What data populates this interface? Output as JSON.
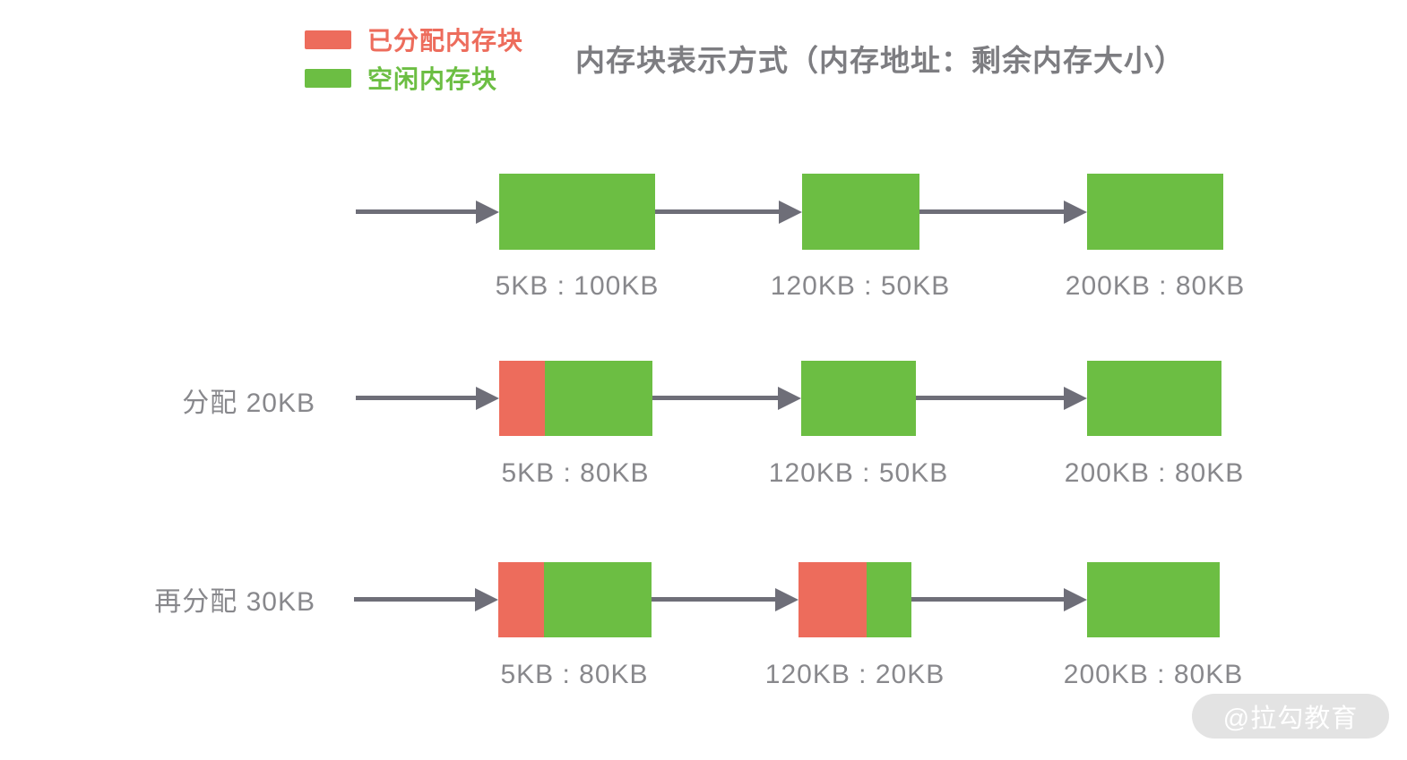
{
  "title": "内存块表示方式（内存地址：剩余内存大小）",
  "legend": {
    "allocated": {
      "label": "已分配内存块",
      "color": "#ed6c5c"
    },
    "free": {
      "label": "空闲内存块",
      "color": "#6cbe43"
    }
  },
  "colors": {
    "allocated_block": "#ed6c5c",
    "free_block": "#6cbe43",
    "arrow": "#6e6e78",
    "label_text": "#88888c",
    "title_text": "#7d7d81",
    "watermark_bg": "#e3e3e3",
    "watermark_text": "#ffffff"
  },
  "rows": [
    {
      "label": "",
      "blocks": [
        {
          "caption": "5KB : 100KB",
          "address": "5KB",
          "free_size": "100KB",
          "allocated_pct": 0
        },
        {
          "caption": "120KB : 50KB",
          "address": "120KB",
          "free_size": "50KB",
          "allocated_pct": 0
        },
        {
          "caption": "200KB : 80KB",
          "address": "200KB",
          "free_size": "80KB",
          "allocated_pct": 0
        }
      ]
    },
    {
      "label": "分配 20KB",
      "blocks": [
        {
          "caption": "5KB : 80KB",
          "address": "5KB",
          "free_size": "80KB",
          "allocated_pct": 30
        },
        {
          "caption": "120KB : 50KB",
          "address": "120KB",
          "free_size": "50KB",
          "allocated_pct": 0
        },
        {
          "caption": "200KB : 80KB",
          "address": "200KB",
          "free_size": "80KB",
          "allocated_pct": 0
        }
      ]
    },
    {
      "label": "再分配 30KB",
      "blocks": [
        {
          "caption": "5KB : 80KB",
          "address": "5KB",
          "free_size": "80KB",
          "allocated_pct": 30
        },
        {
          "caption": "120KB : 20KB",
          "address": "120KB",
          "free_size": "20KB",
          "allocated_pct": 60
        },
        {
          "caption": "200KB : 80KB",
          "address": "200KB",
          "free_size": "80KB",
          "allocated_pct": 0
        }
      ]
    }
  ],
  "watermark": "@拉勾教育"
}
